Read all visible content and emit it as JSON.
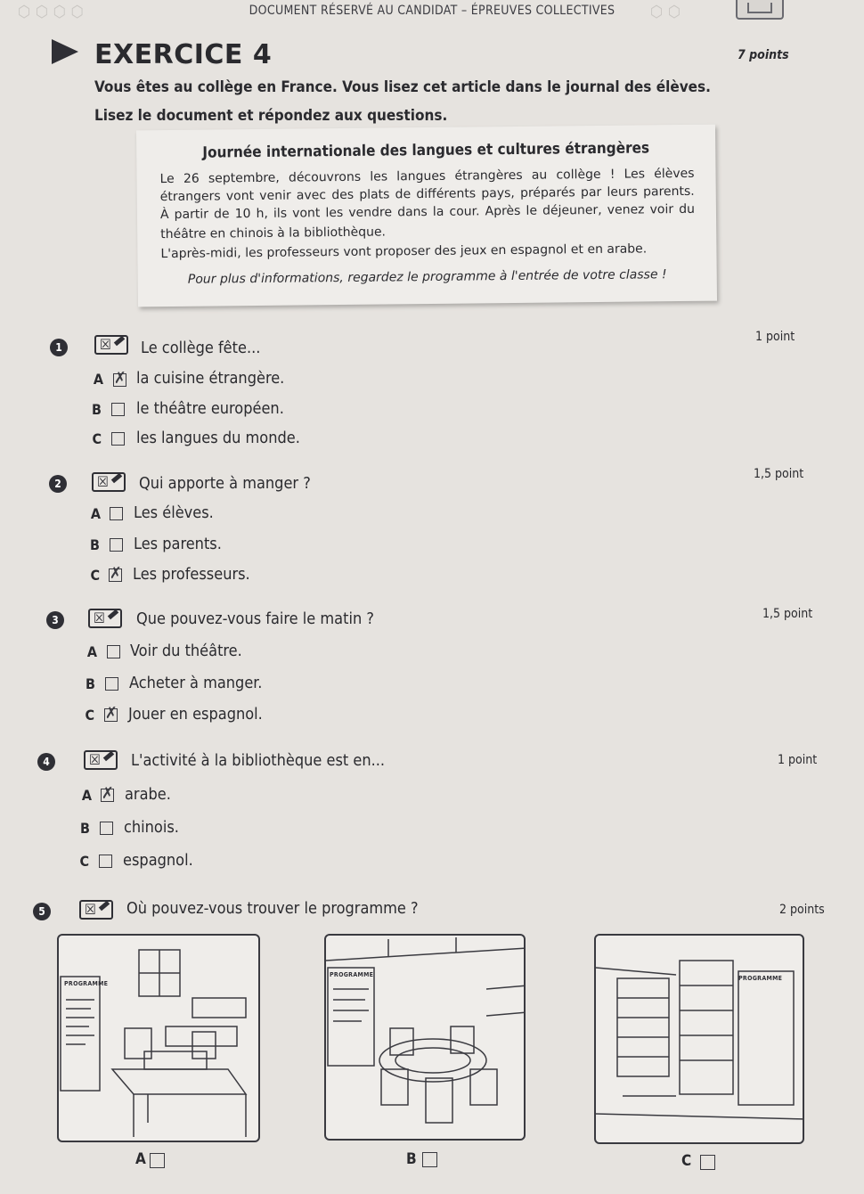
{
  "header": {
    "band_text": "DOCUMENT RÉSERVÉ AU CANDIDAT – ÉPREUVES COLLECTIVES"
  },
  "exercise": {
    "title": "EXERCICE 4",
    "points": "7 points",
    "instruction_1": "Vous êtes au collège en France. Vous lisez cet article dans le journal des élèves.",
    "instruction_2": "Lisez le document et répondez aux questions."
  },
  "document": {
    "title": "Journée internationale des langues et cultures étrangères",
    "lines": [
      "Le 26 septembre, découvrons les langues étrangères au collège ! Les élèves",
      "étrangers vont venir avec des plats de différents pays, préparés par leurs parents.",
      "À partir de 10 h, ils vont les vendre dans la cour. Après le déjeuner, venez voir du",
      "théâtre en chinois à la bibliothèque.",
      "L'après-midi, les professeurs vont proposer des jeux en espagnol et en arabe."
    ],
    "footer": "Pour plus d'informations, regardez le programme à l'entrée de votre classe !"
  },
  "questions": [
    {
      "number": "1",
      "text": "Le collège fête...",
      "points": "1 point",
      "options": [
        {
          "letter": "A",
          "text": "la cuisine étrangère.",
          "checked": true
        },
        {
          "letter": "B",
          "text": "le théâtre européen.",
          "checked": false
        },
        {
          "letter": "C",
          "text": "les langues du monde.",
          "checked": false
        }
      ]
    },
    {
      "number": "2",
      "text": "Qui apporte à manger ?",
      "points": "1,5 point",
      "options": [
        {
          "letter": "A",
          "text": "Les élèves.",
          "checked": false
        },
        {
          "letter": "B",
          "text": "Les parents.",
          "checked": false
        },
        {
          "letter": "C",
          "text": "Les professeurs.",
          "checked": true
        }
      ]
    },
    {
      "number": "3",
      "text": "Que pouvez-vous faire le matin ?",
      "points": "1,5 point",
      "options": [
        {
          "letter": "A",
          "text": "Voir du théâtre.",
          "checked": false
        },
        {
          "letter": "B",
          "text": "Acheter à manger.",
          "checked": false
        },
        {
          "letter": "C",
          "text": "Jouer en espagnol.",
          "checked": true
        }
      ]
    },
    {
      "number": "4",
      "text": "L'activité à la bibliothèque est en...",
      "points": "1 point",
      "options": [
        {
          "letter": "A",
          "text": "arabe.",
          "checked": true
        },
        {
          "letter": "B",
          "text": "chinois.",
          "checked": false
        },
        {
          "letter": "C",
          "text": "espagnol.",
          "checked": false
        }
      ]
    },
    {
      "number": "5",
      "text": "Où pouvez-vous trouver le programme ?",
      "points": "2 points",
      "pictures": [
        {
          "letter": "A",
          "poster": "PROGRAMME",
          "checked": false
        },
        {
          "letter": "B",
          "poster": "PROGRAMME",
          "checked": false
        },
        {
          "letter": "C",
          "poster": "PROGRAMME",
          "checked": false
        }
      ]
    }
  ],
  "icons": {
    "question_icon": "checkbox-pencil-icon",
    "title_marker": "play-triangle-icon",
    "header_icon": "book-icon"
  }
}
